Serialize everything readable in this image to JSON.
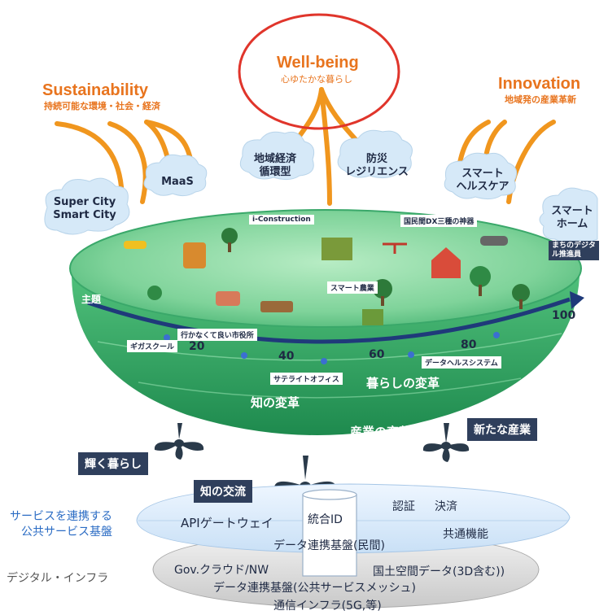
{
  "goals": {
    "wellbeing": {
      "title": "Well-being",
      "subtitle": "心ゆたかな暮らし"
    },
    "sustainability": {
      "title": "Sustainability",
      "subtitle": "持続可能な環境・社会・経済"
    },
    "innovation": {
      "title": "Innovation",
      "subtitle": "地域発の産業革新"
    }
  },
  "clouds": {
    "super_city": [
      "Super City",
      "Smart City"
    ],
    "maas": [
      "MaaS"
    ],
    "regional_economy": [
      "地域経済",
      "循環型"
    ],
    "disaster": [
      "防災",
      "レジリエンス"
    ],
    "smart_health": [
      "スマート",
      "ヘルスケア"
    ],
    "smart_home": [
      "スマート",
      "ホーム"
    ]
  },
  "bowl_tags": {
    "i_construction": "i-Construction",
    "dx_treasures": "国民間DX三種の神器",
    "smart_agri": "スマート農業",
    "digital_promo": [
      "まちのデジタ",
      "ル推進員"
    ],
    "city_hall": "行かなくて良い市役所",
    "giga_school": "ギガスクール",
    "satellite_office": "サテライトオフィス",
    "data_health": "データヘルスシステム",
    "start": "主題"
  },
  "timeline": {
    "ticks": [
      "20",
      "40",
      "60",
      "80",
      "100"
    ]
  },
  "bands": {
    "life": "暮らしの変革",
    "knowledge": "知の変革",
    "industry": "産業の変革"
  },
  "fans": {
    "new_industry": "新たな産業",
    "bright_life": "輝く暮らし",
    "knowledge_exchange": "知の交流"
  },
  "public_platform": {
    "side_label": [
      "サービスを連携する",
      "公共サービス基盤"
    ],
    "api_gateway": "APIゲートウェイ",
    "unified_id": "統合ID",
    "auth": "認証",
    "payment": "決済",
    "common": "共通機能",
    "private_data": "データ連携基盤(民間)"
  },
  "digital_infra": {
    "side_label": "デジタル・インフラ",
    "gov_cloud": "Gov.クラウド/NW",
    "geo_data": "国土空間データ(3D含む))",
    "public_data": "データ連携基盤(公共サービスメッシュ)",
    "network": "通信インフラ(5G,等)"
  },
  "colors": {
    "accent_orange": "#e8741e",
    "ring_red": "#e0352b",
    "bowl_green": "#3aa86a",
    "bowl_top": "#7fd39a",
    "timeline_navy": "#1f3a7a",
    "box_navy": "#2f3f5c",
    "cloud_blue": "#d6e9f8",
    "platform_blue": "#dfeefc",
    "infra_gray": "#d9d9d9"
  }
}
